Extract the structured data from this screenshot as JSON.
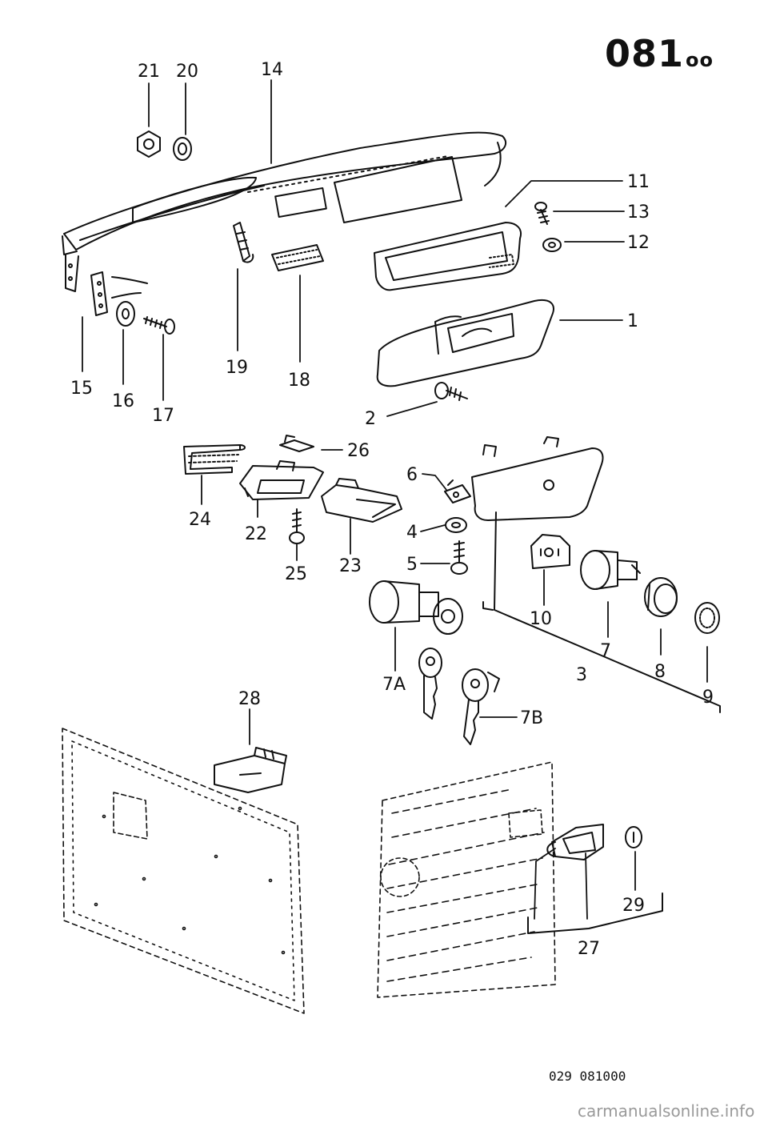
{
  "header": {
    "code": "081",
    "suffix": "oo"
  },
  "footer": {
    "reference": "029 081000"
  },
  "watermark": {
    "text": "carmanualsonline.info"
  },
  "colors": {
    "ink": "#111111",
    "watermark": "#9a9a9a",
    "paper": "#ffffff"
  },
  "callouts": [
    {
      "id": "c21",
      "text": "21"
    },
    {
      "id": "c20",
      "text": "20"
    },
    {
      "id": "c14",
      "text": "14"
    },
    {
      "id": "c11",
      "text": "11"
    },
    {
      "id": "c13",
      "text": "13"
    },
    {
      "id": "c12",
      "text": "12"
    },
    {
      "id": "c1",
      "text": "1"
    },
    {
      "id": "c19",
      "text": "19"
    },
    {
      "id": "c18",
      "text": "18"
    },
    {
      "id": "c15",
      "text": "15"
    },
    {
      "id": "c16",
      "text": "16"
    },
    {
      "id": "c17",
      "text": "17"
    },
    {
      "id": "c2",
      "text": "2"
    },
    {
      "id": "c26",
      "text": "26"
    },
    {
      "id": "c24",
      "text": "24"
    },
    {
      "id": "c22",
      "text": "22"
    },
    {
      "id": "c25",
      "text": "25"
    },
    {
      "id": "c23",
      "text": "23"
    },
    {
      "id": "c6",
      "text": "6"
    },
    {
      "id": "c4",
      "text": "4"
    },
    {
      "id": "c5",
      "text": "5"
    },
    {
      "id": "c10",
      "text": "10"
    },
    {
      "id": "c7",
      "text": "7"
    },
    {
      "id": "c8",
      "text": "8"
    },
    {
      "id": "c9",
      "text": "9"
    },
    {
      "id": "c3",
      "text": "3"
    },
    {
      "id": "c7A",
      "text": "7A"
    },
    {
      "id": "c7B",
      "text": "7B"
    },
    {
      "id": "c28",
      "text": "28"
    },
    {
      "id": "c29",
      "text": "29"
    },
    {
      "id": "c27",
      "text": "27"
    }
  ]
}
